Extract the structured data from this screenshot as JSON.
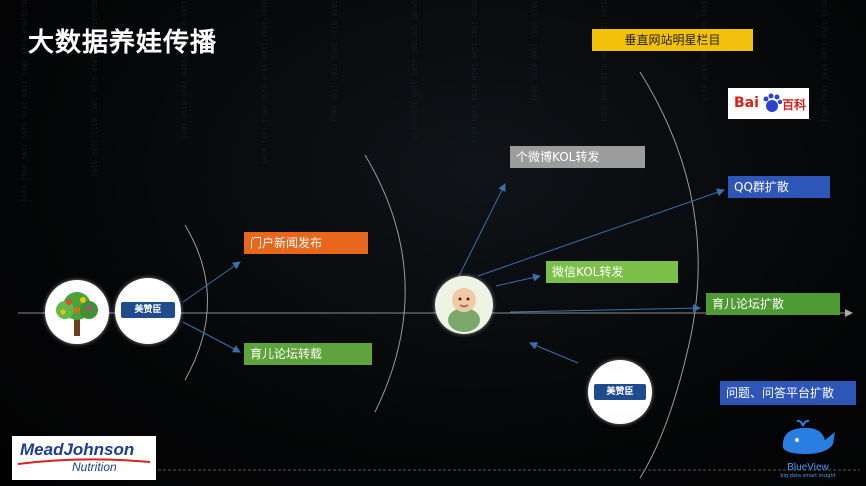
{
  "slide": {
    "title": "大数据养娃传播",
    "labels": {
      "vertical_star_column": "垂直网站明星栏目",
      "portal_news": "门户新闻发布",
      "parenting_forum_repost": "育儿论坛转载",
      "weibo_kol": "个微博KOL转发",
      "qq_group": "QQ群扩散",
      "wechat_kol": "微信KOL转发",
      "parenting_forum_spread": "育儿论坛扩散",
      "qa_platform": "问题、问答平台扩散"
    },
    "logos": {
      "brand_badge": "美赞臣",
      "baidu_text": "Bai",
      "baidu_cn": "百科",
      "mead_johnson_line1": "MeadJohnson",
      "mead_johnson_line2": "Nutrition",
      "blueview_name": "BlueView",
      "blueview_tagline": "big data smart insight"
    },
    "colors": {
      "vertical": "#f3c10b",
      "portal": "#e8671c",
      "forum": "#5ea33b",
      "weibo": "#9c9c9c",
      "qq": "#2e55b8",
      "wechat": "#7cc04a"
    }
  }
}
